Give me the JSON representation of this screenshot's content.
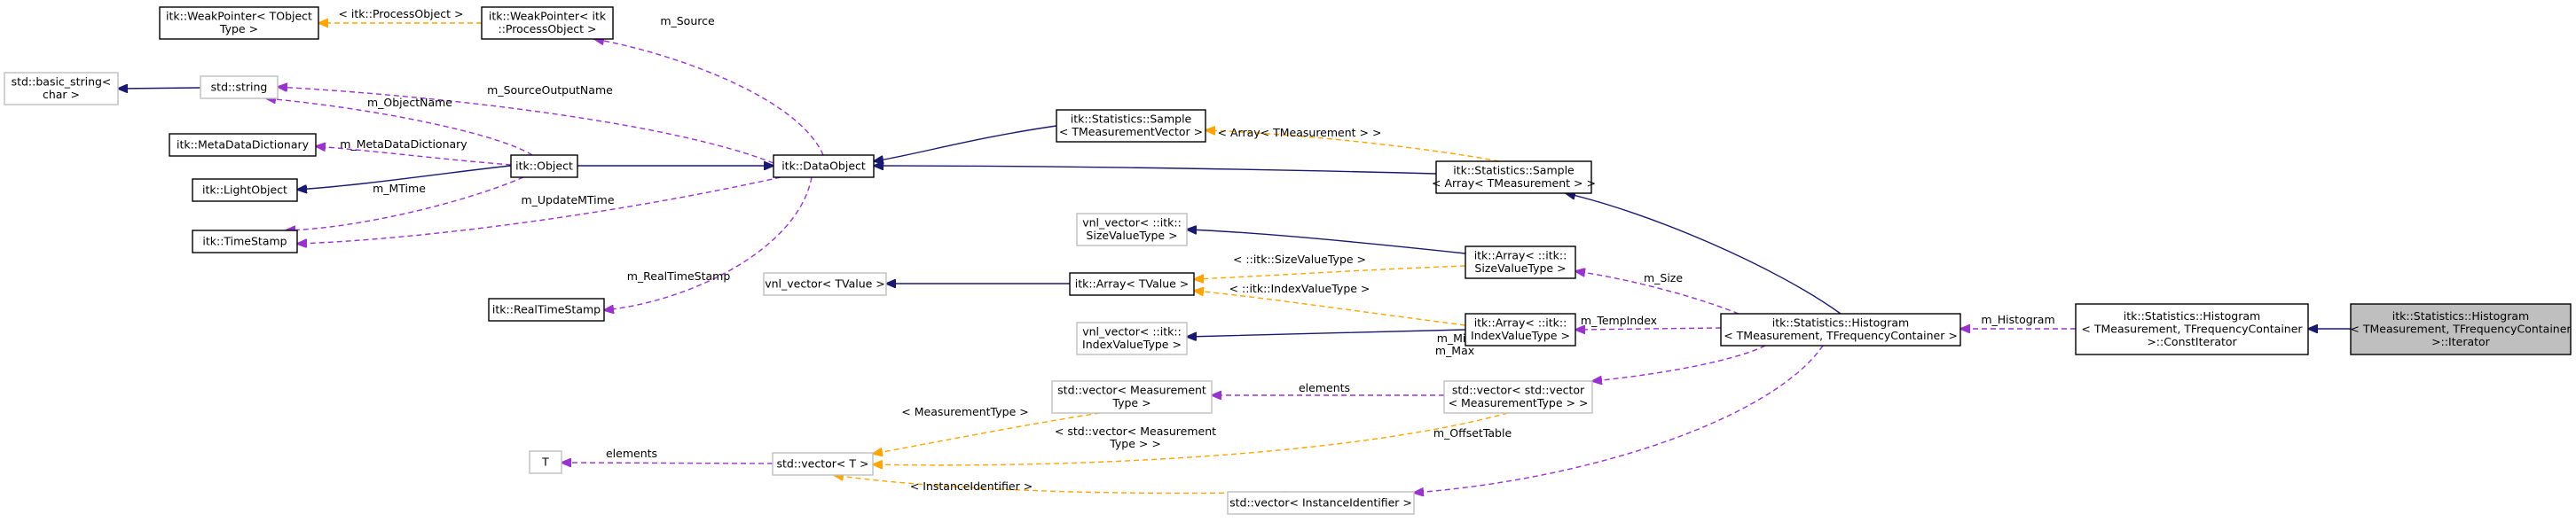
{
  "colors": {
    "inherit": "#191970",
    "usage": "#9a32cd",
    "template": "#ffa500",
    "node_border": "#000000",
    "node_border_external": "#bfbfbf",
    "focus_fill": "#bfbfbf"
  },
  "nodes": {
    "weakptr_tobject": {
      "lines": [
        "itk::WeakPointer< TObject",
        "Type >"
      ],
      "style": "documented"
    },
    "weakptr_processobject": {
      "lines": [
        "itk::WeakPointer< itk",
        "::ProcessObject >"
      ],
      "style": "documented"
    },
    "basic_string": {
      "lines": [
        "std::basic_string<",
        "char >"
      ],
      "style": "external"
    },
    "std_string": {
      "lines": [
        "std::string"
      ],
      "style": "external"
    },
    "metadatadictionary": {
      "lines": [
        "itk::MetaDataDictionary"
      ],
      "style": "documented"
    },
    "lightobject": {
      "lines": [
        "itk::LightObject"
      ],
      "style": "documented"
    },
    "itk_object": {
      "lines": [
        "itk::Object"
      ],
      "style": "documented"
    },
    "timestamp": {
      "lines": [
        "itk::TimeStamp"
      ],
      "style": "documented"
    },
    "realtimestamp": {
      "lines": [
        "itk::RealTimeStamp"
      ],
      "style": "documented"
    },
    "dataobject": {
      "lines": [
        "itk::DataObject"
      ],
      "style": "documented"
    },
    "sample_vector": {
      "lines": [
        "itk::Statistics::Sample",
        "< TMeasurementVector >"
      ],
      "style": "documented"
    },
    "sample_array": {
      "lines": [
        "itk::Statistics::Sample",
        "< Array< TMeasurement > >"
      ],
      "style": "documented"
    },
    "vnl_sizevalue": {
      "lines": [
        "vnl_vector< ::itk::",
        "SizeValueType >"
      ],
      "style": "external"
    },
    "vnl_tvalue": {
      "lines": [
        "vnl_vector< TValue >"
      ],
      "style": "external"
    },
    "array_tvalue": {
      "lines": [
        "itk::Array< TValue >"
      ],
      "style": "documented"
    },
    "array_sizevalue": {
      "lines": [
        "itk::Array< ::itk::",
        "SizeValueType >"
      ],
      "style": "documented"
    },
    "vnl_indexvalue": {
      "lines": [
        "vnl_vector< ::itk::",
        "IndexValueType >"
      ],
      "style": "external"
    },
    "array_indexvalue": {
      "lines": [
        "itk::Array< ::itk::",
        "IndexValueType >"
      ],
      "style": "documented"
    },
    "histogram": {
      "lines": [
        "itk::Statistics::Histogram",
        "< TMeasurement, TFrequencyContainer >"
      ],
      "style": "documented"
    },
    "const_iterator": {
      "lines": [
        "itk::Statistics::Histogram",
        "< TMeasurement, TFrequencyContainer",
        ">::ConstIterator"
      ],
      "style": "documented"
    },
    "iterator": {
      "lines": [
        "itk::Statistics::Histogram",
        "< TMeasurement, TFrequencyContainer",
        ">::Iterator"
      ],
      "style": "focus"
    },
    "vec_measurementtype": {
      "lines": [
        "std::vector< Measurement",
        "Type >"
      ],
      "style": "external"
    },
    "vec_vec_measurementtype": {
      "lines": [
        "std::vector< std::vector",
        "< MeasurementType > >"
      ],
      "style": "external"
    },
    "t_node": {
      "lines": [
        "T"
      ],
      "style": "external"
    },
    "vec_t": {
      "lines": [
        "std::vector< T >"
      ],
      "style": "external"
    },
    "vec_instanceidentifier": {
      "lines": [
        "std::vector< InstanceIdentifier >"
      ],
      "style": "external"
    }
  },
  "edges": [
    {
      "id": "tobject-to-processobject",
      "kind": "template",
      "label": [
        "< itk::ProcessObject >"
      ]
    },
    {
      "id": "processobject-to-dataobject",
      "kind": "usage",
      "label": [
        "m_Source"
      ]
    },
    {
      "id": "basicstring-to-string",
      "kind": "inherit",
      "label": []
    },
    {
      "id": "string-to-dataobject",
      "kind": "usage",
      "label": [
        "m_SourceOutputName"
      ]
    },
    {
      "id": "string-to-object",
      "kind": "usage",
      "label": [
        "m_ObjectName"
      ]
    },
    {
      "id": "metadata-to-object",
      "kind": "usage",
      "label": [
        "m_MetaDataDictionary"
      ]
    },
    {
      "id": "lightobject-to-object",
      "kind": "inherit",
      "label": []
    },
    {
      "id": "timestamp-to-object",
      "kind": "usage",
      "label": [
        "m_MTime"
      ]
    },
    {
      "id": "timestamp-to-dataobject",
      "kind": "usage",
      "label": [
        "m_UpdateMTime"
      ]
    },
    {
      "id": "object-to-dataobject",
      "kind": "inherit",
      "label": []
    },
    {
      "id": "realtimestamp-to-dataobject",
      "kind": "usage",
      "label": [
        "m_RealTimeStamp"
      ]
    },
    {
      "id": "dataobject-to-samplevector",
      "kind": "inherit",
      "label": []
    },
    {
      "id": "dataobject-to-samplearray",
      "kind": "inherit",
      "label": []
    },
    {
      "id": "samplevector-to-samplearray",
      "kind": "template",
      "label": [
        "< Array< TMeasurement > >"
      ]
    },
    {
      "id": "vnlsize-to-arraysize",
      "kind": "inherit",
      "label": []
    },
    {
      "id": "vnltvalue-to-arraytvalue",
      "kind": "inherit",
      "label": []
    },
    {
      "id": "arraytvalue-to-arraysize",
      "kind": "template",
      "label": [
        "< ::itk::SizeValueType >"
      ]
    },
    {
      "id": "arraytvalue-to-arrayindex",
      "kind": "template",
      "label": [
        "< ::itk::IndexValueType >"
      ]
    },
    {
      "id": "vnlindex-to-arrayindex",
      "kind": "inherit",
      "label": []
    },
    {
      "id": "samplearray-to-histogram",
      "kind": "inherit",
      "label": []
    },
    {
      "id": "arraysize-to-histogram",
      "kind": "usage",
      "label": [
        "m_Size"
      ]
    },
    {
      "id": "arrayindex-to-histogram",
      "kind": "usage",
      "label": [
        "m_TempIndex"
      ]
    },
    {
      "id": "vecvec-to-histogram",
      "kind": "usage",
      "label": [
        "m_Min",
        "m_Max"
      ]
    },
    {
      "id": "vecinstance-to-histogram",
      "kind": "usage",
      "label": [
        "m_OffsetTable"
      ]
    },
    {
      "id": "histogram-to-constiterator",
      "kind": "usage",
      "label": [
        "m_Histogram"
      ]
    },
    {
      "id": "constiterator-to-iterator",
      "kind": "inherit",
      "label": []
    },
    {
      "id": "vecmeasure-to-vecvec",
      "kind": "usage",
      "label": [
        "elements"
      ]
    },
    {
      "id": "vect-to-vecmeasure",
      "kind": "template",
      "label": [
        "< MeasurementType >"
      ]
    },
    {
      "id": "vect-to-vecvec",
      "kind": "template",
      "label": [
        "< std::vector< Measurement",
        "Type > >"
      ]
    },
    {
      "id": "vect-to-vecinstance",
      "kind": "template",
      "label": [
        "< InstanceIdentifier >"
      ]
    },
    {
      "id": "t-to-vect",
      "kind": "usage",
      "label": [
        "elements"
      ]
    }
  ]
}
